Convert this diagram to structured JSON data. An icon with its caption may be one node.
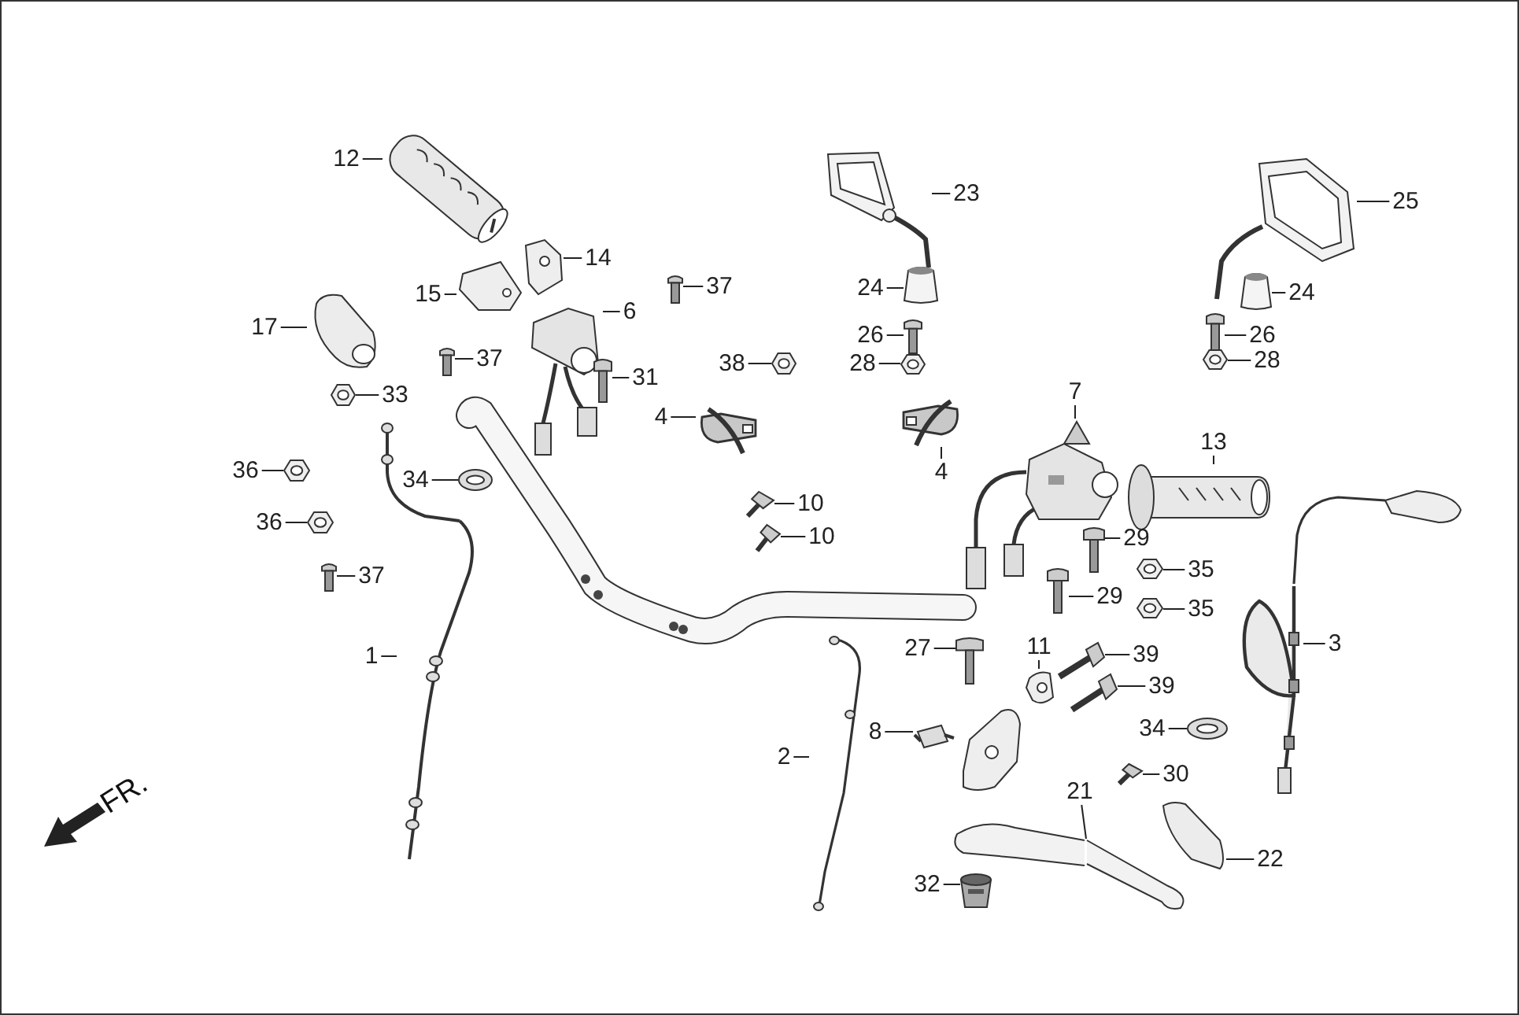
{
  "diagram": {
    "nodes": [
      {
        "text": [
          "12"
        ]
      },
      {
        "text": [],
        "shape": "picture"
      },
      {
        "text": [
          "23"
        ]
      },
      {
        "text": [],
        "shape": "picture"
      },
      {
        "text": [
          "25"
        ]
      },
      {
        "text": [],
        "shape": "picture"
      },
      {
        "text": [
          "14"
        ]
      },
      {
        "text": [],
        "shape": "picture"
      },
      {
        "text": [
          "15"
        ]
      },
      {
        "text": [],
        "shape": "picture"
      },
      {
        "text": [
          "37"
        ]
      },
      {
        "text": [],
        "shape": "picture"
      },
      {
        "text": [
          "6"
        ]
      },
      {
        "text": [],
        "shape": "picture"
      },
      {
        "text": [
          "24"
        ]
      },
      {
        "text": [],
        "shape": "picture"
      },
      {
        "text": [
          "24"
        ]
      },
      {
        "text": [],
        "shape": "picture"
      },
      {
        "text": [
          "17"
        ]
      },
      {
        "text": [],
        "shape": "picture"
      },
      {
        "text": [
          "37"
        ]
      },
      {
        "text": [],
        "shape": "picture"
      },
      {
        "text": [
          "26"
        ]
      },
      {
        "text": [],
        "shape": "picture"
      },
      {
        "text": [
          "26"
        ]
      },
      {
        "text": [],
        "shape": "picture"
      },
      {
        "text": [
          "31"
        ]
      },
      {
        "text": [],
        "shape": "picture"
      },
      {
        "text": [
          "38"
        ]
      },
      {
        "text": [],
        "shape": "picture"
      },
      {
        "text": [
          "28"
        ]
      },
      {
        "text": [],
        "shape": "picture"
      },
      {
        "text": [
          "28"
        ]
      },
      {
        "text": [],
        "shape": "picture"
      },
      {
        "text": [
          "33"
        ]
      },
      {
        "text": [],
        "shape": "picture"
      },
      {
        "text": [
          "7"
        ]
      },
      {
        "text": [],
        "shape": "picture"
      },
      {
        "text": [
          "4"
        ]
      },
      {
        "text": [],
        "shape": "picture"
      },
      {
        "text": [
          "4"
        ]
      },
      {
        "text": [],
        "shape": "picture"
      },
      {
        "text": [
          "13"
        ]
      },
      {
        "text": [],
        "shape": "picture"
      },
      {
        "text": [
          "36"
        ]
      },
      {
        "text": [],
        "shape": "picture"
      },
      {
        "text": [
          "34"
        ]
      },
      {
        "text": [],
        "shape": "picture"
      },
      {
        "text": [
          "10"
        ]
      },
      {
        "text": [],
        "shape": "picture"
      },
      {
        "text": [
          "36"
        ]
      },
      {
        "text": [],
        "shape": "picture"
      },
      {
        "text": [
          "10"
        ]
      },
      {
        "text": [],
        "shape": "picture"
      },
      {
        "text": [
          "29"
        ]
      },
      {
        "text": [],
        "shape": "picture"
      },
      {
        "text": [
          "35"
        ]
      },
      {
        "text": [],
        "shape": "picture"
      },
      {
        "text": [
          "37"
        ]
      },
      {
        "text": [],
        "shape": "picture"
      },
      {
        "text": [
          "29"
        ]
      },
      {
        "text": [],
        "shape": "picture"
      },
      {
        "text": [
          "35"
        ]
      },
      {
        "text": [],
        "shape": "picture"
      },
      {
        "text": [
          "3"
        ]
      },
      {
        "text": [],
        "shape": "picture"
      },
      {
        "text": [
          "1"
        ]
      },
      {
        "text": [],
        "shape": "picture"
      },
      {
        "text": [
          "27"
        ]
      },
      {
        "text": [],
        "shape": "picture"
      },
      {
        "text": [
          "11"
        ]
      },
      {
        "text": [],
        "shape": "picture"
      },
      {
        "text": [
          "39"
        ]
      },
      {
        "text": [],
        "shape": "picture"
      },
      {
        "text": [
          "39"
        ]
      },
      {
        "text": [],
        "shape": "picture"
      },
      {
        "text": [
          "34"
        ]
      },
      {
        "text": [],
        "shape": "picture"
      },
      {
        "text": [
          "8"
        ]
      },
      {
        "text": [],
        "shape": "picture"
      },
      {
        "text": [
          "30"
        ]
      },
      {
        "text": [],
        "shape": "picture"
      },
      {
        "text": [
          "2"
        ]
      },
      {
        "text": [],
        "shape": "picture"
      },
      {
        "text": [
          "21"
        ]
      },
      {
        "text": [],
        "shape": "picture"
      },
      {
        "text": [
          "22"
        ]
      },
      {
        "text": [],
        "shape": "picture"
      },
      {
        "text": [
          "32"
        ]
      },
      {
        "text": [],
        "shape": "picture"
      }
    ],
    "edges": [
      {
        "from": 0,
        "to": 1,
        "arrow": "none"
      },
      {
        "from": 2,
        "to": 3,
        "arrow": "none"
      },
      {
        "from": 4,
        "to": 5,
        "arrow": "none"
      },
      {
        "from": 6,
        "to": 7,
        "arrow": "none"
      },
      {
        "from": 8,
        "to": 9,
        "arrow": "none"
      },
      {
        "from": 10,
        "to": 11,
        "arrow": "none"
      },
      {
        "from": 12,
        "to": 13,
        "arrow": "none"
      },
      {
        "from": 14,
        "to": 15,
        "arrow": "none"
      },
      {
        "from": 16,
        "to": 17,
        "arrow": "none"
      },
      {
        "from": 18,
        "to": 19,
        "arrow": "none"
      },
      {
        "from": 20,
        "to": 21,
        "arrow": "none"
      },
      {
        "from": 22,
        "to": 23,
        "arrow": "none"
      },
      {
        "from": 24,
        "to": 25,
        "arrow": "none"
      },
      {
        "from": 26,
        "to": 27,
        "arrow": "none"
      },
      {
        "from": 28,
        "to": 29,
        "arrow": "none"
      },
      {
        "from": 30,
        "to": 31,
        "arrow": "none"
      },
      {
        "from": 32,
        "to": 33,
        "arrow": "none"
      },
      {
        "from": 34,
        "to": 35,
        "arrow": "none"
      },
      {
        "from": 36,
        "to": 37,
        "arrow": "none"
      },
      {
        "from": 38,
        "to": 39,
        "arrow": "none"
      },
      {
        "from": 40,
        "to": 41,
        "arrow": "none"
      },
      {
        "from": 42,
        "to": 43,
        "arrow": "none"
      },
      {
        "from": 44,
        "to": 45,
        "arrow": "none"
      },
      {
        "from": 46,
        "to": 47,
        "arrow": "none"
      },
      {
        "from": 48,
        "to": 49,
        "arrow": "none"
      },
      {
        "from": 50,
        "to": 51,
        "arrow": "none"
      },
      {
        "from": 52,
        "to": 53,
        "arrow": "none"
      },
      {
        "from": 54,
        "to": 55,
        "arrow": "none"
      },
      {
        "from": 56,
        "to": 57,
        "arrow": "none"
      },
      {
        "from": 58,
        "to": 59,
        "arrow": "none"
      },
      {
        "from": 60,
        "to": 61,
        "arrow": "none"
      },
      {
        "from": 62,
        "to": 63,
        "arrow": "none"
      },
      {
        "from": 64,
        "to": 65,
        "arrow": "none"
      },
      {
        "from": 66,
        "to": 67,
        "arrow": "none"
      },
      {
        "from": 68,
        "to": 69,
        "arrow": "none"
      },
      {
        "from": 70,
        "to": 71,
        "arrow": "none"
      },
      {
        "from": 72,
        "to": 73,
        "arrow": "none"
      },
      {
        "from": 74,
        "to": 75,
        "arrow": "none"
      },
      {
        "from": 76,
        "to": 77,
        "arrow": "none"
      },
      {
        "from": 78,
        "to": 79,
        "arrow": "none"
      },
      {
        "from": 80,
        "to": 81,
        "arrow": "none"
      },
      {
        "from": 82,
        "to": 83,
        "arrow": "none"
      },
      {
        "from": 84,
        "to": 85,
        "arrow": "none"
      },
      {
        "from": 86,
        "to": 87,
        "arrow": "none"
      },
      {
        "from": 88,
        "to": 89,
        "arrow": "none"
      }
    ],
    "labels": [
      "FR."
    ]
  }
}
